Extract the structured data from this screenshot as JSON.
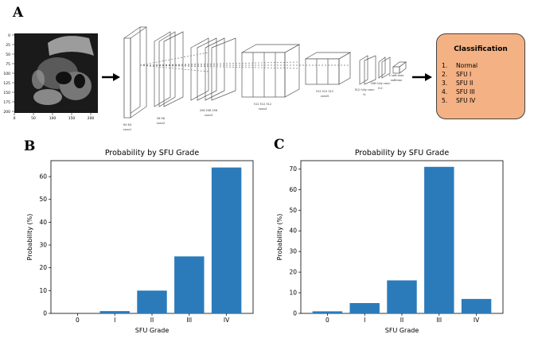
{
  "panels": {
    "a": "A",
    "b": "B",
    "c": "C"
  },
  "ultrasound": {
    "y_ticks": [
      "0",
      "25",
      "50",
      "75",
      "100",
      "125",
      "150",
      "175",
      "200"
    ],
    "x_ticks": [
      "0",
      "50",
      "100",
      "150",
      "200"
    ]
  },
  "network": {
    "layers": [
      {
        "name": "conv1",
        "dims": "64 64"
      },
      {
        "name": "conv2",
        "dims": "56 56"
      },
      {
        "name": "conv3",
        "dims": "256 256 256"
      },
      {
        "name": "conv4",
        "dims": "512 512 512"
      },
      {
        "name": "conv5",
        "dims": "512 512 512"
      },
      {
        "name": "fc",
        "dims": "512 fully conn"
      },
      {
        "name": "fc2",
        "dims": "256 fully conn"
      },
      {
        "name": "softmax",
        "dims": "5 soft-max"
      }
    ]
  },
  "classification": {
    "title": "Classification",
    "items": [
      {
        "num": "1.",
        "label": "Normal"
      },
      {
        "num": "2.",
        "label": "SFU I"
      },
      {
        "num": "3.",
        "label": "SFU II"
      },
      {
        "num": "4.",
        "label": "SFU III"
      },
      {
        "num": "5.",
        "label": "SFU IV"
      }
    ]
  },
  "chart_data": [
    {
      "type": "bar",
      "title": "Probability by SFU Grade",
      "xlabel": "SFU Grade",
      "ylabel": "Probability (%)",
      "categories": [
        "0",
        "I",
        "II",
        "III",
        "IV"
      ],
      "values": [
        0,
        1,
        10,
        25,
        64
      ],
      "ylim": [
        0,
        67
      ],
      "yticks": [
        0,
        10,
        20,
        30,
        40,
        50,
        60
      ],
      "color": "#2b7bba"
    },
    {
      "type": "bar",
      "title": "Probability by SFU Grade",
      "xlabel": "SFU Grade",
      "ylabel": "Probability (%)",
      "categories": [
        "0",
        "I",
        "II",
        "III",
        "IV"
      ],
      "values": [
        1,
        5,
        16,
        71,
        7
      ],
      "ylim": [
        0,
        74
      ],
      "yticks": [
        0,
        10,
        20,
        30,
        40,
        50,
        60,
        70
      ],
      "color": "#2b7bba"
    }
  ]
}
